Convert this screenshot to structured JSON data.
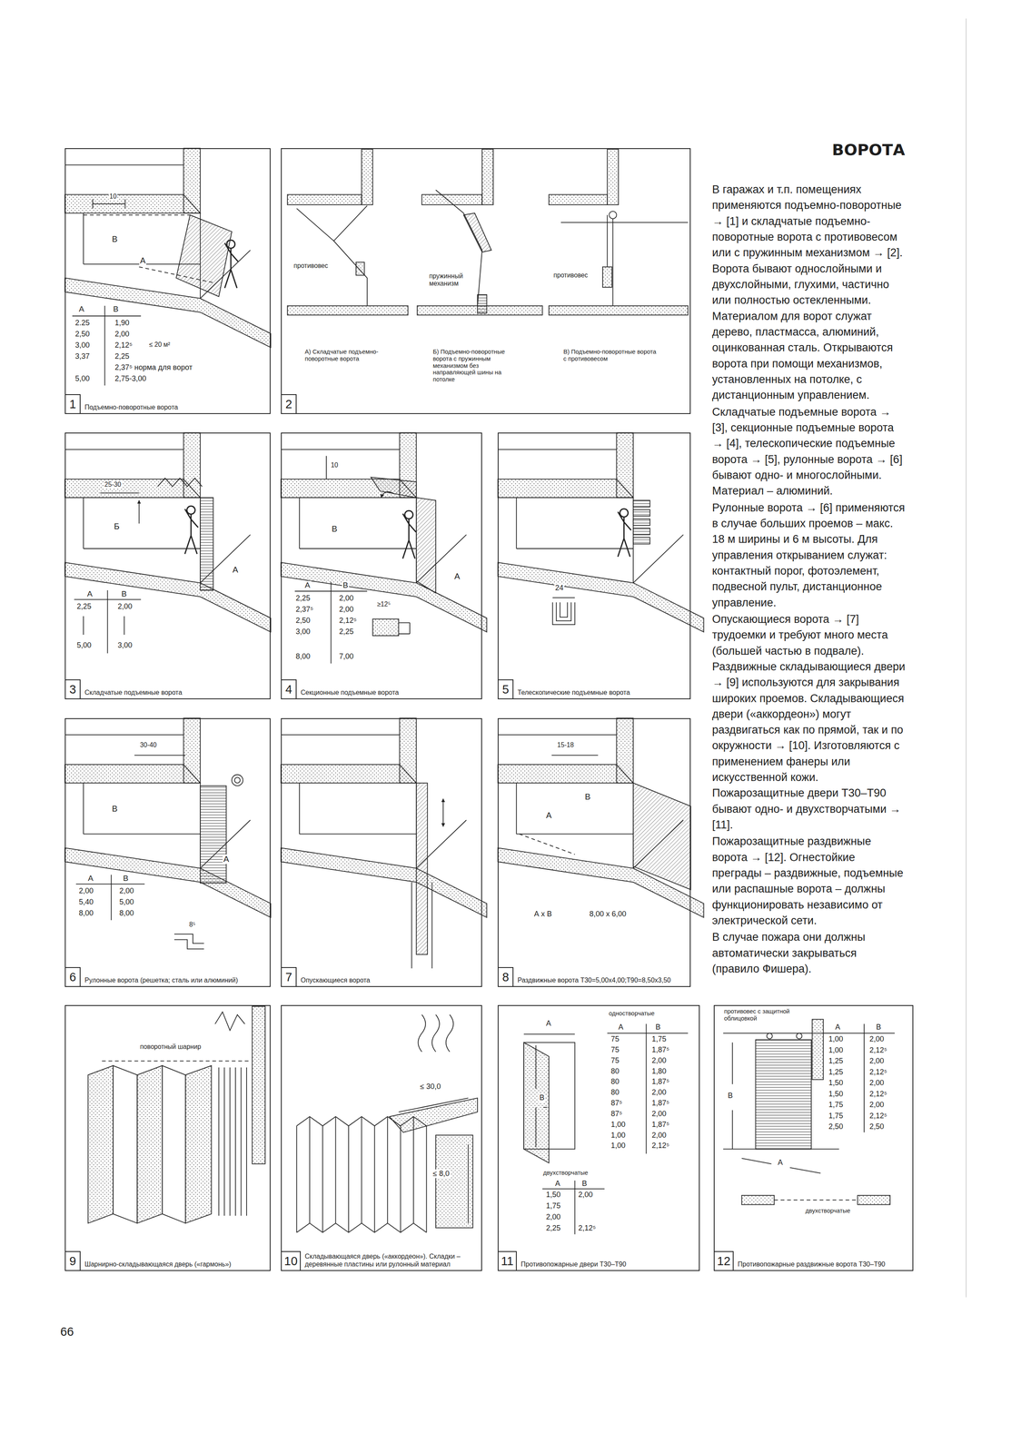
{
  "diagram": {
    "title": "ВОРОТА",
    "nodes": [
      {
        "text": [
          "1",
          "Подъемно-поворотные ворота"
        ]
      },
      {
        "text": [
          "2"
        ]
      },
      {
        "text": [
          "3",
          "Складчатые подъемные ворота"
        ]
      },
      {
        "text": [
          "4",
          "Секционные подъемные ворота"
        ]
      },
      {
        "text": [
          "5",
          "Телескопические подъемные ворота"
        ]
      },
      {
        "text": [
          "6",
          "Рулонные ворота (решетка; сталь или алюминий)"
        ]
      },
      {
        "text": [
          "7",
          "Опускающиеся ворота"
        ]
      },
      {
        "text": [
          "8",
          "Раздвижные ворота Т30=5,00х4,00;Т90=8,50х3,50"
        ]
      },
      {
        "text": [
          "9",
          "Шарнирно-складывающаяся дверь («гармонь»)"
        ]
      },
      {
        "text": [
          "10",
          "Складывающаяся дверь («аккордеон»). Складки – деревянные пластины или рулонный материал"
        ]
      },
      {
        "text": [
          "11",
          "Противопожарные двери Т30–Т90"
        ]
      },
      {
        "text": [
          "12",
          "Противопожарные раздвижные ворота Т30–Т90"
        ]
      }
    ],
    "labels": [
      "10",
      "В",
      "А",
      "А",
      "В",
      "2.25",
      "1,90",
      "2,50",
      "2,00",
      "3,00",
      "2,12⁵",
      "≤ 20 м²",
      "3,37",
      "2,25",
      "2,37⁵ норма для ворот",
      "5,00",
      "2,75-3,00",
      "противовес",
      "пружинный механизм",
      "противовес",
      "А) Складчатые подъемно-поворотные ворота",
      "Б) Подъемно-поворотные ворота с пружинным механизмом без направляющей шины на потолке",
      "В) Подъемно-поворотные ворота с противовесом",
      "25-30",
      "Б",
      "А",
      "А",
      "В",
      "2,25",
      "2,00",
      "5,00",
      "3,00",
      "10",
      "В",
      "А",
      "А",
      "В",
      "2,25",
      "2,00",
      "2,37⁵",
      "2,00",
      "2,50",
      "2,12⁵",
      "3,00",
      "2,25",
      "8,00",
      "7,00",
      "≥12⁵",
      "24",
      "30-40",
      "В",
      "А",
      "А",
      "В",
      "2,00",
      "2,00",
      "5,40",
      "5,00",
      "8,00",
      "8,00",
      "8⁵",
      "15-18",
      "В",
      "А",
      "А х В",
      "8,00 х 6,00",
      "поворотный шарнир",
      "≤ 30,0",
      "≤ 8,0",
      "А",
      "одностворчатые",
      "А",
      "В",
      "75",
      "1,75",
      "75",
      "1,87⁵",
      "75",
      "2,00",
      "80",
      "1,80",
      "80",
      "1,87⁵",
      "80",
      "2,00",
      "87⁵",
      "1,87⁵",
      "87⁵",
      "2,00",
      "1,00",
      "1,87⁵",
      "1,00",
      "2,00",
      "1,00",
      "2,12⁵",
      "В",
      "двухстворчатые",
      "А",
      "В",
      "1,50",
      "2,00",
      "1,75",
      "2,00",
      "2,25",
      "2,12⁵",
      "противовес с защитной облицовкой",
      "А",
      "В",
      "1,00",
      "2,00",
      "1,00",
      "2,12⁵",
      "1,25",
      "2,00",
      "1,25",
      "2,12⁵",
      "1,50",
      "2,00",
      "1,50",
      "2,12⁵",
      "1,75",
      "2,00",
      "1,75",
      "2,12⁵",
      "2,50",
      "2,50",
      "В",
      "А",
      "двухстворчатые",
      "В гаражах и т.п. помещениях применяются подъемно-поворотные → [1] и складчатые подъемно-поворотные ворота с противовесом или с пружинным механизмом → [2]. Ворота бывают однослойными и двухслойными, глухими, частично или полностью остекленными. Материалом для ворот служат дерево, пластмасса, алюминий, оцинкованная сталь. Открываются ворота при помощи механизмов, установленных на потолке, с дистанционным управлением.",
      "Складчатые подъемные ворота → [3], секционные подъемные ворота → [4], телескопические подъемные ворота → [5], рулонные ворота → [6] бывают одно- и многослойными. Материал – алюминий.",
      "Рулонные ворота → [6] применяются в случае больших проемов – макс. 18 м ширины и 6 м высоты. Для управления открыванием служат: контактный порог, фотоэлемент, подвесной пульт, дистанционное управление.",
      "Опускающиеся ворота → [7] трудоемки и требуют много места (большей частью в подвале). Раздвижные складывающиеся двери → [9] используются для закрывания широких проемов. Складывающиеся двери («аккордеон») могут раздвигаться как по прямой, так и по окружности → [10]. Изготовляются с применением фанеры или искусственной кожи. Пожарозащитные двери Т30–Т90 бывают одно- и двухстворчатыми → [11].",
      "Пожарозащитные раздвижные ворота → [12]. Огнестойкие преграды – раздвижные, подъемные или распашные ворота – должны функционировать независимо от электрической сети.",
      "В случае пожара они должны автоматически закрываться (правило Фишера).",
      "66"
    ]
  }
}
